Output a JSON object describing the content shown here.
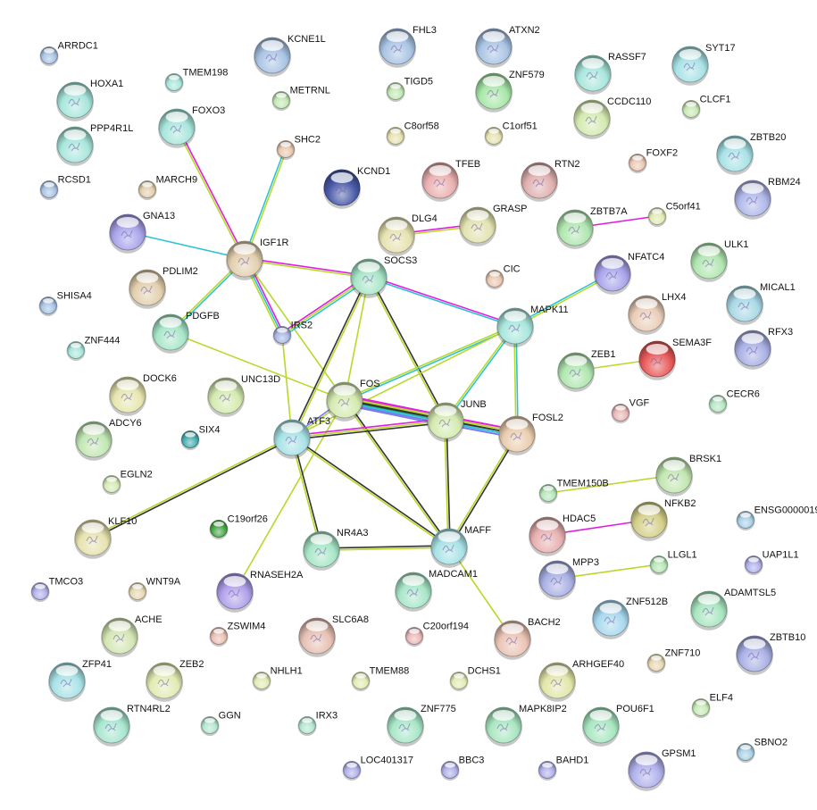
{
  "title": "Protein interaction network",
  "edge_colors": {
    "database": "#2ec2d6",
    "experiment": "#e01ee0",
    "textmining": "#b8d82a",
    "coexpression": "#333333",
    "homology": "#7a7aee",
    "neighborhood": "#1a9a4a",
    "fusion": "#e02020"
  },
  "nodes": [
    {
      "id": "ARRDC1",
      "label": "ARRDC1",
      "color": "#a9c4e4",
      "size": "small"
    },
    {
      "id": "HOXA1",
      "label": "HOXA1",
      "color": "#a8e6dc",
      "size": "large"
    },
    {
      "id": "PPP4R1L",
      "label": "PPP4R1L",
      "color": "#a8e6dc",
      "size": "large"
    },
    {
      "id": "RCSD1",
      "label": "RCSD1",
      "color": "#a9c4e4",
      "size": "small"
    },
    {
      "id": "TMEM198",
      "label": "TMEM198",
      "color": "#a8e6dc",
      "size": "small"
    },
    {
      "id": "FOXO3",
      "label": "FOXO3",
      "color": "#a8e6dc",
      "size": "large"
    },
    {
      "id": "MARCH9",
      "label": "MARCH9",
      "color": "#e2cfae",
      "size": "small"
    },
    {
      "id": "GNA13",
      "label": "GNA13",
      "color": "#a9a4ea",
      "size": "large"
    },
    {
      "id": "KCNE1L",
      "label": "KCNE1L",
      "color": "#a9c4e4",
      "size": "large"
    },
    {
      "id": "METRNL",
      "label": "METRNL",
      "color": "#c2e8b4",
      "size": "small"
    },
    {
      "id": "SHC2",
      "label": "SHC2",
      "color": "#e6c8b0",
      "size": "small"
    },
    {
      "id": "KCND1",
      "label": "KCND1",
      "color": "#4a5aa8",
      "size": "large"
    },
    {
      "id": "FHL3",
      "label": "FHL3",
      "color": "#a9c4e4",
      "size": "large"
    },
    {
      "id": "ATXN2",
      "label": "ATXN2",
      "color": "#a9c4e4",
      "size": "large"
    },
    {
      "id": "ZNF579",
      "label": "ZNF579",
      "color": "#a8e6a8",
      "size": "large"
    },
    {
      "id": "TIGD5",
      "label": "TIGD5",
      "color": "#c2e8b4",
      "size": "small"
    },
    {
      "id": "C8orf58",
      "label": "C8orf58",
      "color": "#e6e2b0",
      "size": "small"
    },
    {
      "id": "C1orf51",
      "label": "C1orf51",
      "color": "#e6e2b0",
      "size": "small"
    },
    {
      "id": "TFEB",
      "label": "TFEB",
      "color": "#eab0b0",
      "size": "large"
    },
    {
      "id": "RTN2",
      "label": "RTN2",
      "color": "#e0b0b0",
      "size": "large"
    },
    {
      "id": "GRASP",
      "label": "GRASP",
      "color": "#e2e2b0",
      "size": "large"
    },
    {
      "id": "DLG4",
      "label": "DLG4",
      "color": "#e6e2b0",
      "size": "large"
    },
    {
      "id": "RASSF7",
      "label": "RASSF7",
      "color": "#a8e6dc",
      "size": "large"
    },
    {
      "id": "SYT17",
      "label": "SYT17",
      "color": "#a8e2e6",
      "size": "large"
    },
    {
      "id": "CCDC110",
      "label": "CCDC110",
      "color": "#d4eab0",
      "size": "large"
    },
    {
      "id": "CLCF1",
      "label": "CLCF1",
      "color": "#c8e8b4",
      "size": "small"
    },
    {
      "id": "FOXF2",
      "label": "FOXF2",
      "color": "#eac8b4",
      "size": "small"
    },
    {
      "id": "ZBTB20",
      "label": "ZBTB20",
      "color": "#a8e2e6",
      "size": "large"
    },
    {
      "id": "RBM24",
      "label": "RBM24",
      "color": "#b0b8ea",
      "size": "large"
    },
    {
      "id": "ZBTB7A",
      "label": "ZBTB7A",
      "color": "#b0e6b0",
      "size": "large"
    },
    {
      "id": "C5orf41",
      "label": "C5orf41",
      "color": "#e2eab4",
      "size": "small"
    },
    {
      "id": "ULK1",
      "label": "ULK1",
      "color": "#b0e6b0",
      "size": "large"
    },
    {
      "id": "IGF1R",
      "label": "IGF1R",
      "color": "#e2cfae",
      "size": "large"
    },
    {
      "id": "PDLIM2",
      "label": "PDLIM2",
      "color": "#e2cfae",
      "size": "large"
    },
    {
      "id": "SOCS3",
      "label": "SOCS3",
      "color": "#a8e6c8",
      "size": "large"
    },
    {
      "id": "CIC",
      "label": "CIC",
      "color": "#eac8b0",
      "size": "small"
    },
    {
      "id": "SHISA4",
      "label": "SHISA4",
      "color": "#a9c4e4",
      "size": "small"
    },
    {
      "id": "PDGFB",
      "label": "PDGFB",
      "color": "#a8e6c8",
      "size": "large"
    },
    {
      "id": "IRS2",
      "label": "IRS2",
      "color": "#a9b8e4",
      "size": "small"
    },
    {
      "id": "ZNF444",
      "label": "ZNF444",
      "color": "#a8e6dc",
      "size": "small"
    },
    {
      "id": "NFATC4",
      "label": "NFATC4",
      "color": "#a9a4ea",
      "size": "large"
    },
    {
      "id": "MAPK11",
      "label": "MAPK11",
      "color": "#a8e6dc",
      "size": "large"
    },
    {
      "id": "LHX4",
      "label": "LHX4",
      "color": "#eacdb8",
      "size": "large"
    },
    {
      "id": "MICAL1",
      "label": "MICAL1",
      "color": "#a8d8e6",
      "size": "large"
    },
    {
      "id": "RFX3",
      "label": "RFX3",
      "color": "#a9b0e4",
      "size": "large"
    },
    {
      "id": "SEMA3F",
      "label": "SEMA3F",
      "color": "#e85a5a",
      "size": "large"
    },
    {
      "id": "ZEB1",
      "label": "ZEB1",
      "color": "#b0e6b0",
      "size": "large"
    },
    {
      "id": "DOCK6",
      "label": "DOCK6",
      "color": "#e6e6b0",
      "size": "large"
    },
    {
      "id": "UNC13D",
      "label": "UNC13D",
      "color": "#d4eab0",
      "size": "large"
    },
    {
      "id": "FOS",
      "label": "FOS",
      "color": "#d4eab0",
      "size": "large"
    },
    {
      "id": "JUNB",
      "label": "JUNB",
      "color": "#d4eab0",
      "size": "large"
    },
    {
      "id": "FOSL2",
      "label": "FOSL2",
      "color": "#eacdb0",
      "size": "large"
    },
    {
      "id": "VGF",
      "label": "VGF",
      "color": "#eab8b8",
      "size": "small"
    },
    {
      "id": "CECR6",
      "label": "CECR6",
      "color": "#b4e6c0",
      "size": "small"
    },
    {
      "id": "ADCY6",
      "label": "ADCY6",
      "color": "#c2e6b4",
      "size": "large"
    },
    {
      "id": "SIX4",
      "label": "SIX4",
      "color": "#4ab0b0",
      "size": "small"
    },
    {
      "id": "ATF3",
      "label": "ATF3",
      "color": "#a8e2e6",
      "size": "large"
    },
    {
      "id": "EGLN2",
      "label": "EGLN2",
      "color": "#d4eab4",
      "size": "small"
    },
    {
      "id": "BRSK1",
      "label": "BRSK1",
      "color": "#c2e6b0",
      "size": "large"
    },
    {
      "id": "TMEM150B",
      "label": "TMEM150B",
      "color": "#b4e6b8",
      "size": "small"
    },
    {
      "id": "NFKB2",
      "label": "NFKB2",
      "color": "#d4d08a",
      "size": "large"
    },
    {
      "id": "ENSG0000019",
      "label": "ENSG0000019",
      "color": "#a8d0e4",
      "size": "small"
    },
    {
      "id": "KLF10",
      "label": "KLF10",
      "color": "#e6e2b0",
      "size": "large"
    },
    {
      "id": "C19orf26",
      "label": "C19orf26",
      "color": "#4aa84a",
      "size": "small"
    },
    {
      "id": "NR4A3",
      "label": "NR4A3",
      "color": "#a8e6c8",
      "size": "large"
    },
    {
      "id": "MAFF",
      "label": "MAFF",
      "color": "#a8e2e6",
      "size": "large"
    },
    {
      "id": "MADCAM1",
      "label": "MADCAM1",
      "color": "#a8e6c8",
      "size": "large"
    },
    {
      "id": "HDAC5",
      "label": "HDAC5",
      "color": "#e8b0b0",
      "size": "large"
    },
    {
      "id": "MPP3",
      "label": "MPP3",
      "color": "#a9b0e4",
      "size": "large"
    },
    {
      "id": "LLGL1",
      "label": "LLGL1",
      "color": "#b4e6b4",
      "size": "small"
    },
    {
      "id": "UAP1L1",
      "label": "UAP1L1",
      "color": "#b0b0ea",
      "size": "small"
    },
    {
      "id": "RNASEH2A",
      "label": "RNASEH2A",
      "color": "#b0a0ea",
      "size": "large"
    },
    {
      "id": "TMCO3",
      "label": "TMCO3",
      "color": "#b0b0ea",
      "size": "small"
    },
    {
      "id": "WNT9A",
      "label": "WNT9A",
      "color": "#e6d8b4",
      "size": "small"
    },
    {
      "id": "ZNF512B",
      "label": "ZNF512B",
      "color": "#a8d8ee",
      "size": "large"
    },
    {
      "id": "ADAMTSL5",
      "label": "ADAMTSL5",
      "color": "#a8e6c0",
      "size": "large"
    },
    {
      "id": "ACHE",
      "label": "ACHE",
      "color": "#d4e6b4",
      "size": "large"
    },
    {
      "id": "ZSWIM4",
      "label": "ZSWIM4",
      "color": "#eac0b4",
      "size": "small"
    },
    {
      "id": "SLC6A8",
      "label": "SLC6A8",
      "color": "#e6c0b4",
      "size": "large"
    },
    {
      "id": "C20orf194",
      "label": "C20orf194",
      "color": "#eab8b8",
      "size": "small"
    },
    {
      "id": "BACH2",
      "label": "BACH2",
      "color": "#eac4b4",
      "size": "large"
    },
    {
      "id": "ZBTB10",
      "label": "ZBTB10",
      "color": "#a9b0e4",
      "size": "large"
    },
    {
      "id": "ZNF710",
      "label": "ZNF710",
      "color": "#e6d8b4",
      "size": "small"
    },
    {
      "id": "ZFP41",
      "label": "ZFP41",
      "color": "#a8e2e6",
      "size": "large"
    },
    {
      "id": "ZEB2",
      "label": "ZEB2",
      "color": "#e2eab4",
      "size": "large"
    },
    {
      "id": "NHLH1",
      "label": "NHLH1",
      "color": "#e2eab4",
      "size": "small"
    },
    {
      "id": "TMEM88",
      "label": "TMEM88",
      "color": "#e2eab4",
      "size": "small"
    },
    {
      "id": "DCHS1",
      "label": "DCHS1",
      "color": "#e2eab4",
      "size": "small"
    },
    {
      "id": "ARHGEF40",
      "label": "ARHGEF40",
      "color": "#e2e6a8",
      "size": "large"
    },
    {
      "id": "RTN4RL2",
      "label": "RTN4RL2",
      "color": "#a8e6d0",
      "size": "large"
    },
    {
      "id": "GGN",
      "label": "GGN",
      "color": "#b4e6d0",
      "size": "small"
    },
    {
      "id": "IRX3",
      "label": "IRX3",
      "color": "#b4e6d0",
      "size": "small"
    },
    {
      "id": "ZNF775",
      "label": "ZNF775",
      "color": "#a8e6c8",
      "size": "large"
    },
    {
      "id": "MAPK8IP2",
      "label": "MAPK8IP2",
      "color": "#a8e6c0",
      "size": "large"
    },
    {
      "id": "POU6F1",
      "label": "POU6F1",
      "color": "#a8e6c0",
      "size": "large"
    },
    {
      "id": "ELF4",
      "label": "ELF4",
      "color": "#c8eab4",
      "size": "small"
    },
    {
      "id": "SBNO2",
      "label": "SBNO2",
      "color": "#a8d0e4",
      "size": "small"
    },
    {
      "id": "LOC401317",
      "label": "LOC401317",
      "color": "#b0b0ea",
      "size": "small"
    },
    {
      "id": "BBC3",
      "label": "BBC3",
      "color": "#b0b0ea",
      "size": "small"
    },
    {
      "id": "BAHD1",
      "label": "BAHD1",
      "color": "#b0b0ea",
      "size": "small"
    },
    {
      "id": "GPSM1",
      "label": "GPSM1",
      "color": "#b0b0ea",
      "size": "large"
    }
  ],
  "edges": [
    {
      "source": "FOXO3",
      "target": "IGF1R",
      "types": [
        "experiment",
        "textmining"
      ]
    },
    {
      "source": "SHC2",
      "target": "IGF1R",
      "types": [
        "textmining",
        "database"
      ]
    },
    {
      "source": "GNA13",
      "target": "IGF1R",
      "types": [
        "database"
      ]
    },
    {
      "source": "IGF1R",
      "target": "SOCS3",
      "types": [
        "experiment",
        "textmining"
      ]
    },
    {
      "source": "IGF1R",
      "target": "PDGFB",
      "types": [
        "database",
        "textmining"
      ]
    },
    {
      "source": "IGF1R",
      "target": "IRS2",
      "types": [
        "experiment",
        "database",
        "textmining"
      ]
    },
    {
      "source": "IGF1R",
      "target": "FOS",
      "types": [
        "textmining"
      ]
    },
    {
      "source": "IRS2",
      "target": "SOCS3",
      "types": [
        "experiment",
        "textmining",
        "database"
      ]
    },
    {
      "source": "IRS2",
      "target": "ATF3",
      "types": [
        "textmining"
      ]
    },
    {
      "source": "DLG4",
      "target": "GRASP",
      "types": [
        "experiment",
        "textmining"
      ]
    },
    {
      "source": "ZBTB7A",
      "target": "C5orf41",
      "types": [
        "experiment"
      ]
    },
    {
      "source": "PDGFB",
      "target": "FOS",
      "types": [
        "textmining"
      ]
    },
    {
      "source": "SOCS3",
      "target": "MAPK11",
      "types": [
        "experiment",
        "database"
      ]
    },
    {
      "source": "SOCS3",
      "target": "FOS",
      "types": [
        "textmining"
      ]
    },
    {
      "source": "SOCS3",
      "target": "ATF3",
      "types": [
        "textmining",
        "coexpression"
      ]
    },
    {
      "source": "SOCS3",
      "target": "JUNB",
      "types": [
        "coexpression",
        "textmining"
      ]
    },
    {
      "source": "MAPK11",
      "target": "NFATC4",
      "types": [
        "database",
        "textmining"
      ]
    },
    {
      "source": "MAPK11",
      "target": "FOS",
      "types": [
        "database",
        "textmining"
      ]
    },
    {
      "source": "MAPK11",
      "target": "JUNB",
      "types": [
        "database",
        "textmining"
      ]
    },
    {
      "source": "MAPK11",
      "target": "FOSL2",
      "types": [
        "database",
        "textmining"
      ]
    },
    {
      "source": "MAPK11",
      "target": "ATF3",
      "types": [
        "textmining"
      ]
    },
    {
      "source": "ZEB1",
      "target": "SEMA3F",
      "types": [
        "textmining"
      ]
    },
    {
      "source": "FOS",
      "target": "JUNB",
      "types": [
        "experiment",
        "textmining",
        "coexpression",
        "neighborhood",
        "database",
        "homology"
      ]
    },
    {
      "source": "FOS",
      "target": "FOSL2",
      "types": [
        "experiment",
        "textmining",
        "coexpression",
        "database",
        "homology"
      ]
    },
    {
      "source": "JUNB",
      "target": "FOSL2",
      "types": [
        "experiment",
        "textmining",
        "coexpression",
        "database",
        "homology"
      ]
    },
    {
      "source": "FOS",
      "target": "ATF3",
      "types": [
        "textmining",
        "homology"
      ]
    },
    {
      "source": "FOS",
      "target": "MAFF",
      "types": [
        "coexpression",
        "textmining"
      ]
    },
    {
      "source": "FOS",
      "target": "RNASEH2A",
      "types": [
        "textmining"
      ]
    },
    {
      "source": "ATF3",
      "target": "JUNB",
      "types": [
        "experiment",
        "textmining",
        "coexpression"
      ]
    },
    {
      "source": "ATF3",
      "target": "KLF10",
      "types": [
        "coexpression",
        "textmining"
      ]
    },
    {
      "source": "ATF3",
      "target": "NR4A3",
      "types": [
        "coexpression",
        "textmining"
      ]
    },
    {
      "source": "ATF3",
      "target": "MAFF",
      "types": [
        "coexpression",
        "textmining"
      ]
    },
    {
      "source": "JUNB",
      "target": "MAFF",
      "types": [
        "coexpression",
        "textmining"
      ]
    },
    {
      "source": "FOSL2",
      "target": "MAFF",
      "types": [
        "coexpression",
        "textmining"
      ]
    },
    {
      "source": "NR4A3",
      "target": "MAFF",
      "types": [
        "coexpression",
        "textmining"
      ]
    },
    {
      "source": "MAFF",
      "target": "BACH2",
      "types": [
        "textmining"
      ]
    },
    {
      "source": "TMEM150B",
      "target": "BRSK1",
      "types": [
        "textmining"
      ]
    },
    {
      "source": "HDAC5",
      "target": "NFKB2",
      "types": [
        "experiment"
      ]
    },
    {
      "source": "MPP3",
      "target": "LLGL1",
      "types": [
        "textmining"
      ]
    }
  ]
}
